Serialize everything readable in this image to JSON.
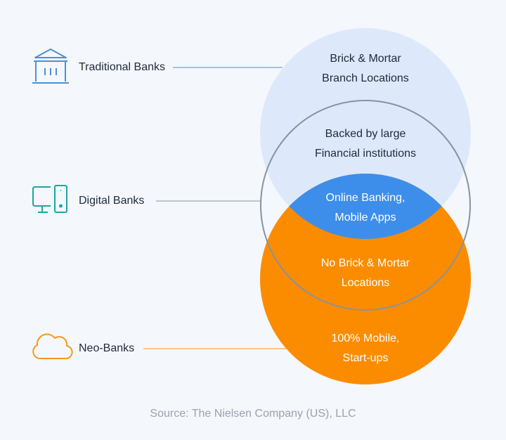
{
  "categories": [
    {
      "name": "Traditional Banks",
      "icon": "bank-building-icon",
      "color": "#4a90d9"
    },
    {
      "name": "Digital Banks",
      "icon": "desktop-mobile-icon",
      "color": "#1aa9a0"
    },
    {
      "name": "Neo-Banks",
      "icon": "cloud-icon",
      "color": "#f39a1c"
    }
  ],
  "regions": {
    "top_line1": "Brick & Mortar",
    "top_line2": "Branch Locations",
    "middle_line1": "Backed by large",
    "middle_line2": "Financial institutions",
    "overlap_line1": "Online Banking,",
    "overlap_line2": "Mobile Apps",
    "lower_line1": "No Brick & Mortar",
    "lower_line2": "Locations",
    "bottom_line1": "100% Mobile,",
    "bottom_line2": "Start-ups"
  },
  "colors": {
    "traditional_circle": "#dde9fb",
    "overlap": "#3d8eea",
    "neo_circle": "#fb8c00",
    "digital_outline": "#8a929c"
  },
  "source": "Source: The Nielsen Company (US), LLC"
}
